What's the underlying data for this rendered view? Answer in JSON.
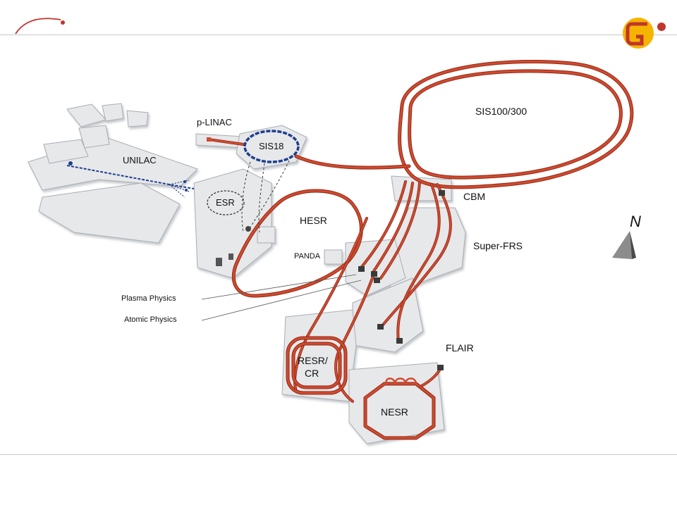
{
  "labels": {
    "unilac": "UNILAC",
    "plinac": "p-LINAC",
    "sis18": "SIS18",
    "esr": "ESR",
    "hesr": "HESR",
    "panda": "PANDA",
    "sis100": "SIS100/300",
    "cbm": "CBM",
    "superfrs": "Super-FRS",
    "plasma": "Plasma Physics",
    "atomic": "Atomic Physics",
    "flair": "FLAIR",
    "resr_line1": "RESR/",
    "resr_line2": "CR",
    "nesr": "NESR",
    "north": "N"
  },
  "colors": {
    "beamline": "#d24a2f",
    "beamline_dark": "#8e2a16",
    "sis18_ring": "#1e3f8f",
    "building": "#e7e8ea",
    "building_edge": "#a9adb3",
    "logo_red": "#c0352d",
    "logo_yellow": "#f5b400"
  },
  "icons": {
    "arc_logo": "arc-logo-icon",
    "gsi_logo": "gsi-logo-icon",
    "north_arrow": "north-arrow-icon"
  }
}
